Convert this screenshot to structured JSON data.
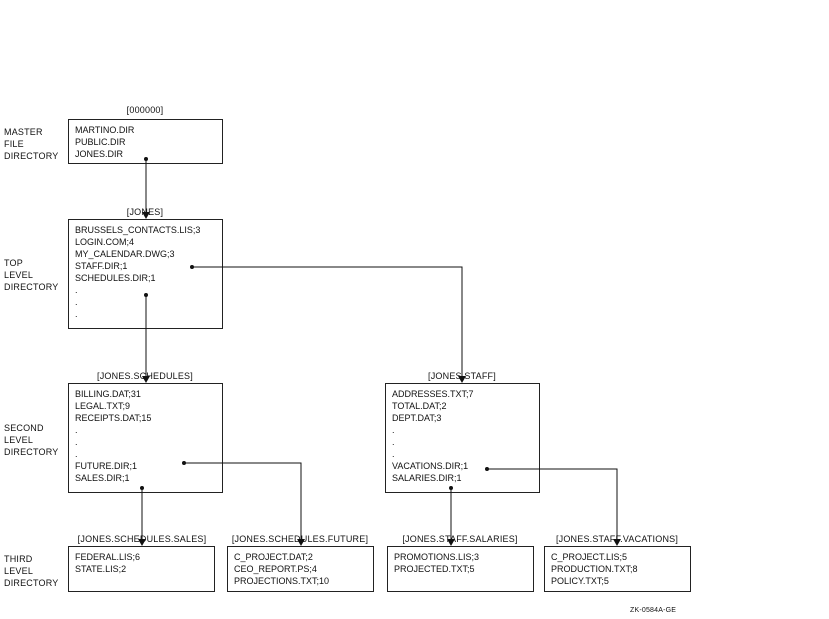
{
  "levels": {
    "master": "MASTER\nFILE\nDIRECTORY",
    "top": "TOP\nLEVEL\nDIRECTORY",
    "second": "SECOND\nLEVEL\nDIRECTORY",
    "third": "THIRD\nLEVEL\nDIRECTORY"
  },
  "directories": {
    "mfd": {
      "title": "[000000]",
      "lines": [
        "MARTINO.DIR",
        "PUBLIC.DIR",
        "JONES.DIR"
      ]
    },
    "jones": {
      "title": "[JONES]",
      "lines": [
        "BRUSSELS_CONTACTS.LIS;3",
        "LOGIN.COM;4",
        "MY_CALENDAR.DWG;3",
        "STAFF.DIR;1",
        "SCHEDULES.DIR;1",
        ".",
        ".",
        "."
      ]
    },
    "schedules": {
      "title": "[JONES.SCHEDULES]",
      "lines": [
        "BILLING.DAT;31",
        "LEGAL.TXT;9",
        "RECEIPTS.DAT;15",
        ".",
        ".",
        ".",
        "FUTURE.DIR;1",
        "SALES.DIR;1"
      ]
    },
    "staff": {
      "title": "[JONES.STAFF]",
      "lines": [
        "ADDRESSES.TXT;7",
        "TOTAL.DAT;2",
        "DEPT.DAT;3",
        ".",
        ".",
        ".",
        "VACATIONS.DIR;1",
        "SALARIES.DIR;1"
      ]
    },
    "sales": {
      "title": "[JONES.SCHEDULES.SALES]",
      "lines": [
        "FEDERAL.LIS;6",
        "STATE.LIS;2"
      ]
    },
    "future": {
      "title": "[JONES.SCHEDULES.FUTURE]",
      "lines": [
        "C_PROJECT.DAT;2",
        "CEO_REPORT.PS;4",
        "PROJECTIONS.TXT;10"
      ]
    },
    "salaries": {
      "title": "[JONES.STAFF.SALARIES]",
      "lines": [
        "PROMOTIONS.LIS;3",
        "PROJECTED.TXT;5"
      ]
    },
    "vacations": {
      "title": "[JONES.STAFF.VACATIONS]",
      "lines": [
        "C_PROJECT.LIS;5",
        "PRODUCTION.TXT;8",
        "POLICY.TXT;5"
      ]
    }
  },
  "figure_id": "ZK-0584A-GE"
}
